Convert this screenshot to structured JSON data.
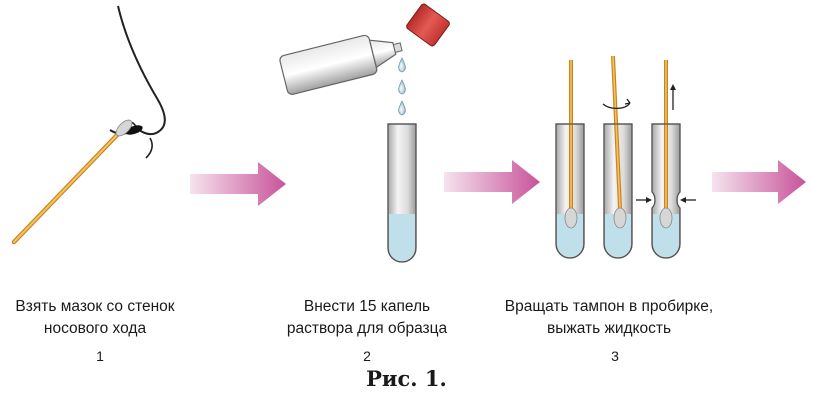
{
  "steps": [
    {
      "number": "1",
      "line1": "Взять мазок со стенок",
      "line2": "носового хода"
    },
    {
      "number": "2",
      "line1": "Внести 15 капель",
      "line2": "раствора для образца"
    },
    {
      "number": "3",
      "line1": "Вращать тампон в пробирке,",
      "line2": "выжать жидкость"
    }
  ],
  "caption": "Рис. 1.",
  "colors": {
    "arrow": "#c8539a",
    "swab_stick": "#e8a33a",
    "liquid": "#bfe0ea",
    "cap": "#d2403c",
    "tube_outline": "#555555"
  }
}
